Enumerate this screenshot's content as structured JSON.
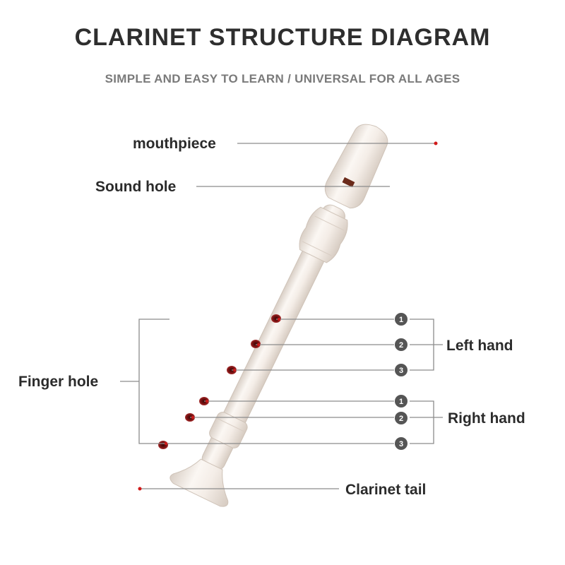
{
  "header": {
    "title": "CLARINET STRUCTURE DIAGRAM",
    "subtitle": "SIMPLE AND EASY TO LEARN / UNIVERSAL FOR ALL AGES"
  },
  "labels": {
    "mouthpiece": "mouthpiece",
    "sound_hole": "Sound hole",
    "finger_hole": "Finger hole",
    "left_hand": "Left hand",
    "right_hand": "Right hand",
    "tail": "Clarinet tail"
  },
  "left_hand_numbers": [
    "1",
    "2",
    "3"
  ],
  "right_hand_numbers": [
    "1",
    "2",
    "3"
  ],
  "colors": {
    "instrument_body": "#f3ece6",
    "finger_hole": "#7a1212",
    "marker_dot": "#d11a1a",
    "badge": "#555555"
  }
}
